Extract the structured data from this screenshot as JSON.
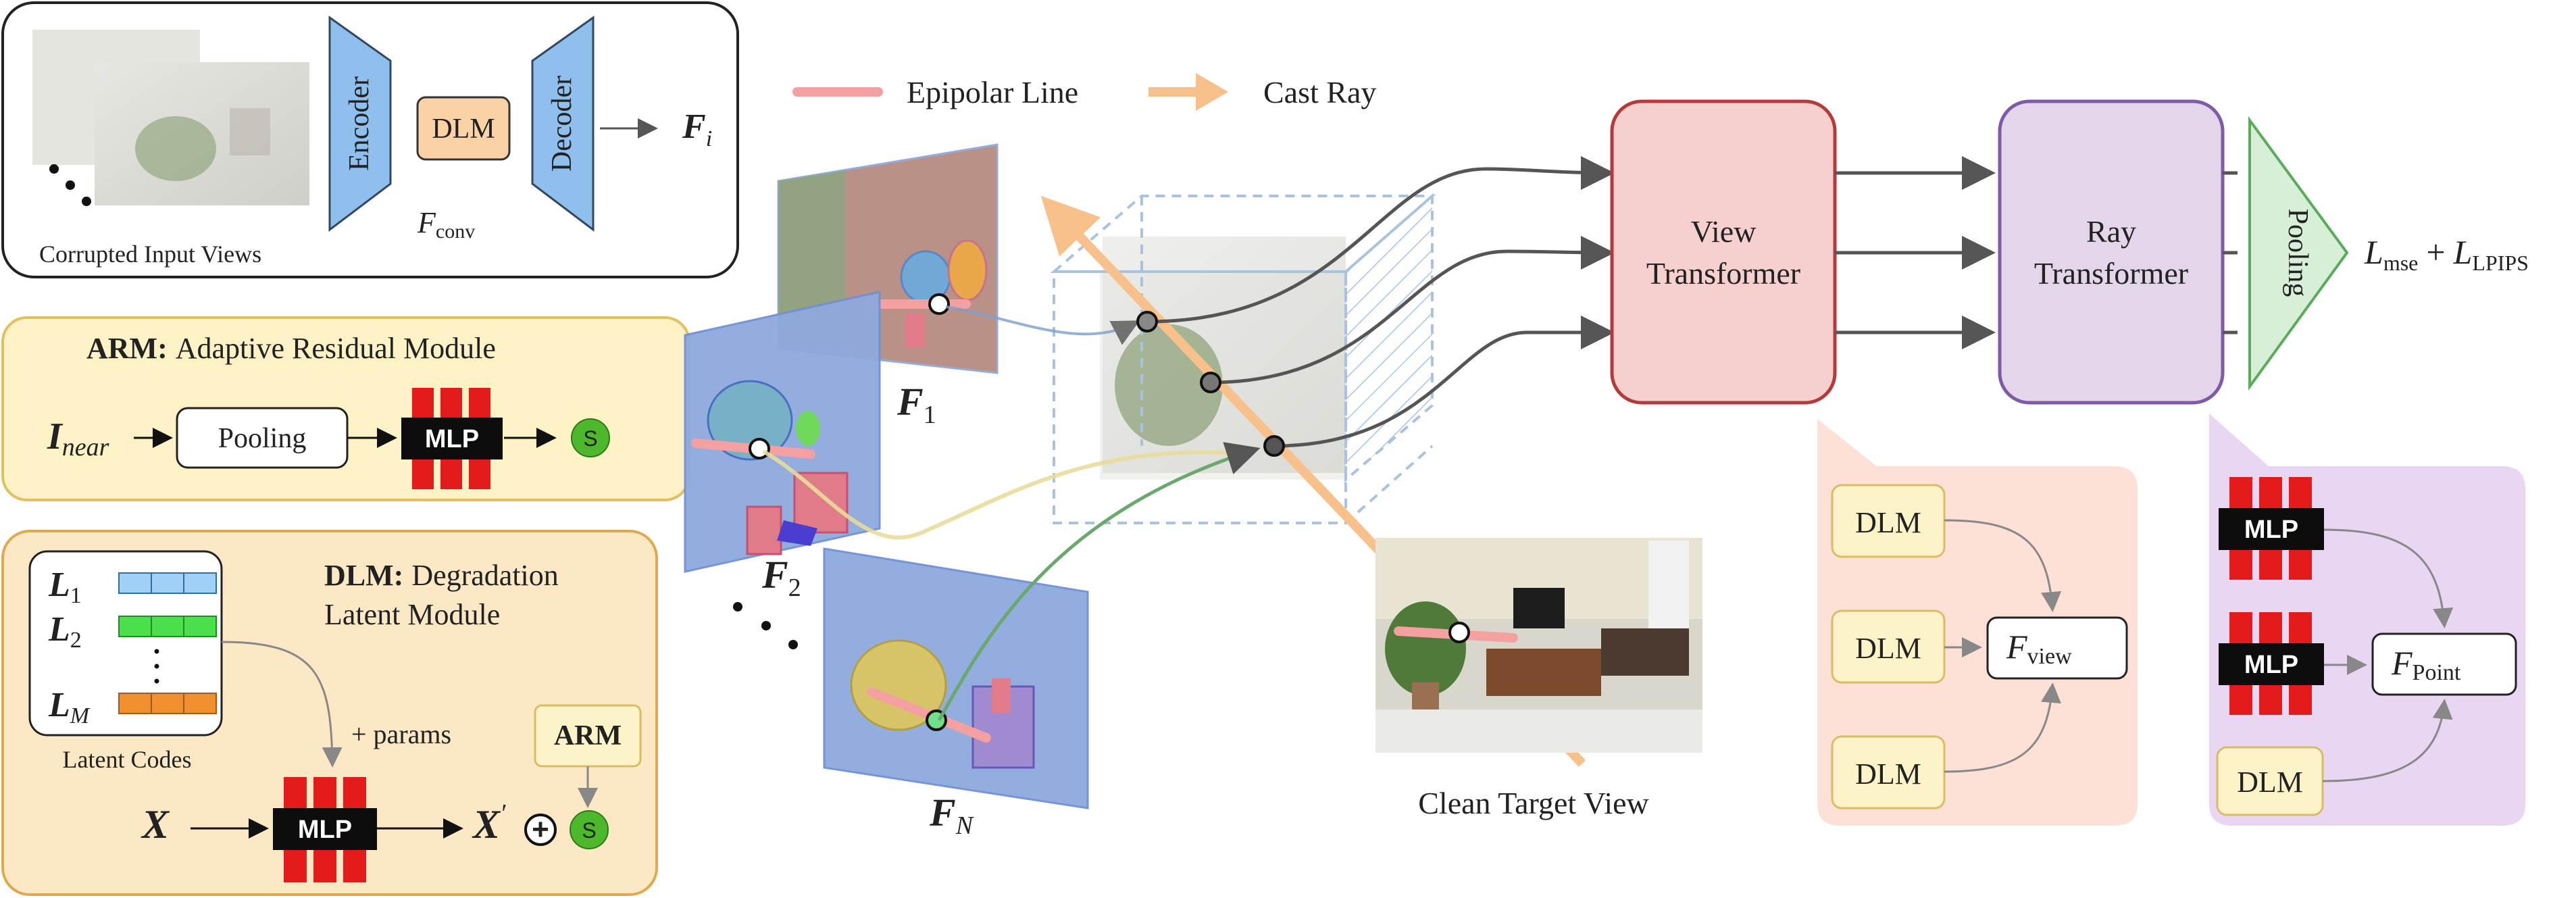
{
  "input_panel": {
    "caption": "Corrupted Input Views",
    "encoder": "Encoder",
    "dlm": "DLM",
    "decoder": "Decoder",
    "f_conv_symbol": "F",
    "f_conv_sub": "conv",
    "output_symbol": "F",
    "output_sub": "i"
  },
  "arm_panel": {
    "title_bold": "ARM:",
    "title_rest": "Adaptive Residual Module",
    "input_symbol": "I",
    "input_sub": "near",
    "pooling": "Pooling",
    "mlp": "MLP",
    "s_badge": "S"
  },
  "dlm_panel": {
    "title_bold": "DLM:",
    "title_line1": "Degradation",
    "title_line2": "Latent Module",
    "latent_rows": [
      {
        "symbol": "L",
        "sub": "1",
        "color": "#9fd0f5"
      },
      {
        "symbol": "L",
        "sub": "2",
        "color": "#4be04b"
      },
      {
        "symbol": "L",
        "sub": "M",
        "color": "#f0902e"
      }
    ],
    "latent_caption": "Latent Codes",
    "params_label": "+ params",
    "x_symbol": "X",
    "x_prime": "X",
    "x_prime_mark": "′",
    "mlp": "MLP",
    "arm_box": "ARM",
    "s_badge": "S",
    "plus_symbol": "+"
  },
  "legend": {
    "epipolar": "Epipolar Line",
    "cast_ray": "Cast Ray",
    "epipolar_color": "#f4a0a0",
    "cast_ray_color": "#f8c08a"
  },
  "views": {
    "f1": {
      "symbol": "F",
      "sub": "1"
    },
    "f2": {
      "symbol": "F",
      "sub": "2"
    },
    "fn": {
      "symbol": "F",
      "sub": "N"
    },
    "target_caption": "Clean Target View"
  },
  "pipeline": {
    "view_transformer_line1": "View",
    "view_transformer_line2": "Transformer",
    "ray_transformer_line1": "Ray",
    "ray_transformer_line2": "Transformer",
    "pooling": "Pooling",
    "loss_a": "L",
    "loss_a_sub": "mse",
    "loss_plus": "+",
    "loss_b": "L",
    "loss_b_sub": "LPIPS",
    "view_color": "#f6cfcf",
    "ray_color": "#e3d6ea",
    "pool_color": "#d6efd6"
  },
  "view_detail": {
    "dlm_labels": [
      "DLM",
      "DLM",
      "DLM"
    ],
    "f_symbol": "F",
    "f_sub": "view"
  },
  "ray_detail": {
    "mlp_labels": [
      "MLP",
      "MLP"
    ],
    "dlm_label": "DLM",
    "f_symbol": "F",
    "f_sub": "Point"
  }
}
